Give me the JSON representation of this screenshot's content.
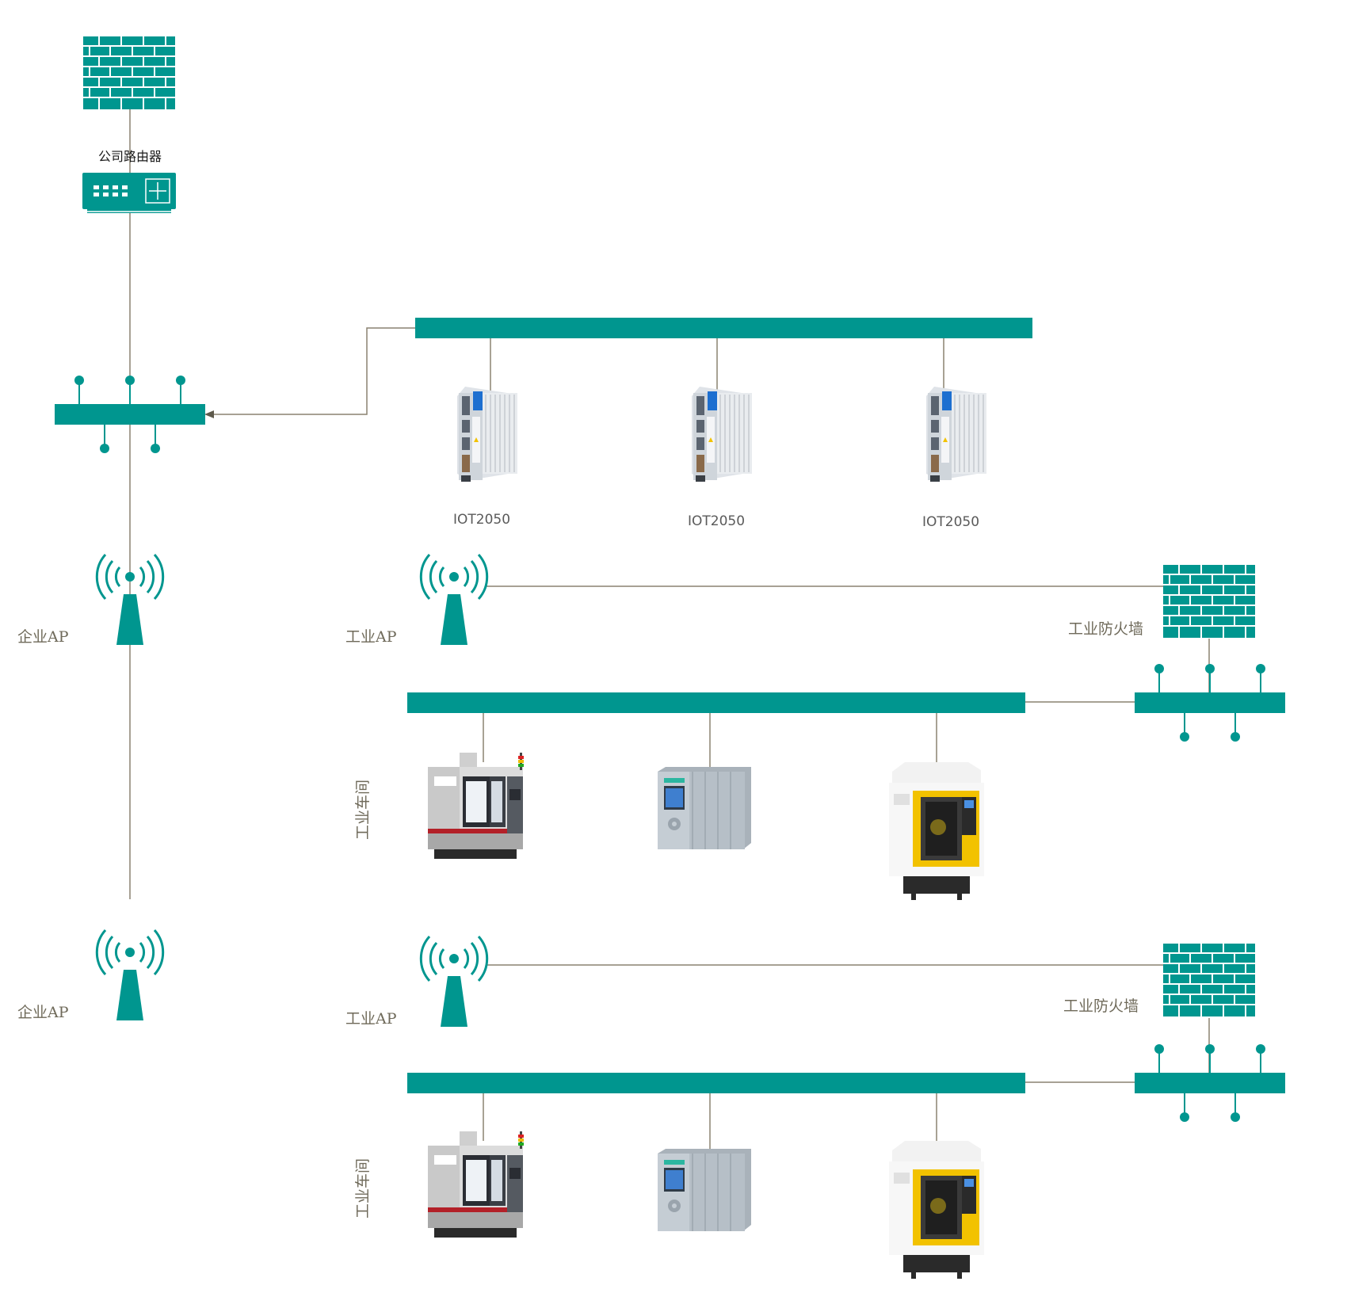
{
  "labels": {
    "company_router": "公司路由器",
    "enterprise_ap_1": "企业AP",
    "enterprise_ap_2": "企业AP",
    "industrial_ap_1": "工业AP",
    "industrial_ap_2": "工业AP",
    "industrial_firewall_1": "工业防火墙",
    "industrial_firewall_2": "工业防火墙",
    "workshop_1": "工业车间",
    "workshop_2": "工业车间",
    "iot_1": "IOT2050",
    "iot_2": "IOT2050",
    "iot_3": "IOT2050"
  },
  "colors": {
    "teal": "#00968f",
    "line": "#8a8270",
    "label": "#6f6a5a"
  },
  "icons": {
    "firewall": "firewall-icon",
    "router": "router-icon",
    "switch": "switch-icon",
    "antenna": "wireless-ap-icon",
    "iot_device": "iot2050-icon",
    "cnc_machine": "cnc-machine-icon",
    "plc": "plc-icon",
    "robodrill": "machining-center-icon"
  }
}
